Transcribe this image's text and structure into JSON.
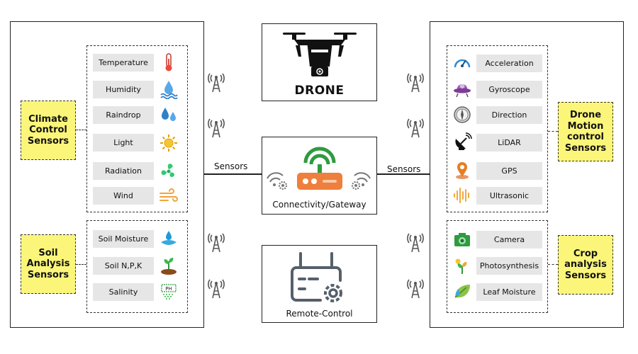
{
  "left": {
    "climate_title": "Climate Control Sensors",
    "climate_items": [
      "Temperature",
      "Humidity",
      "Raindrop",
      "Light",
      "Radiation",
      "Wind"
    ],
    "soil_title": "Soil Analysis Sensors",
    "soil_items": [
      "Soil Moisture",
      "Soil N,P,K",
      "Salinity"
    ]
  },
  "right": {
    "motion_title": "Drone Motion control Sensors",
    "motion_items": [
      "Acceleration",
      "Gyroscope",
      "Direction",
      "LiDAR",
      "GPS",
      "Ultrasonic"
    ],
    "crop_title": "Crop analysis Sensors",
    "crop_items": [
      "Camera",
      "Photosynthesis",
      "Leaf Moisture"
    ]
  },
  "center": {
    "drone_label": "DRONE",
    "gateway_label": "Connectivity/Gateway",
    "remote_label": "Remote-Control"
  },
  "links": {
    "left_label": "Sensors",
    "right_label": "Sensors"
  },
  "icons": {
    "climate": [
      "thermometer-icon",
      "humidity-icon",
      "raindrop-icon",
      "sun-icon",
      "radiation-fan-icon",
      "wind-icon"
    ],
    "soil": [
      "soil-moisture-icon",
      "soil-npk-icon",
      "salinity-icon"
    ],
    "motion": [
      "speedometer-icon",
      "gyroscope-icon",
      "compass-icon",
      "satellite-dish-icon",
      "gps-pin-icon",
      "ultrasonic-wave-icon"
    ],
    "crop": [
      "camera-icon",
      "photosynthesis-icon",
      "leaf-moisture-icon"
    ]
  },
  "colors": {
    "label_fill": "#fbf67a",
    "item_fill": "#e6e6e6",
    "router_orange": "#ee7f3c",
    "wifi_green": "#2e9b3f"
  }
}
